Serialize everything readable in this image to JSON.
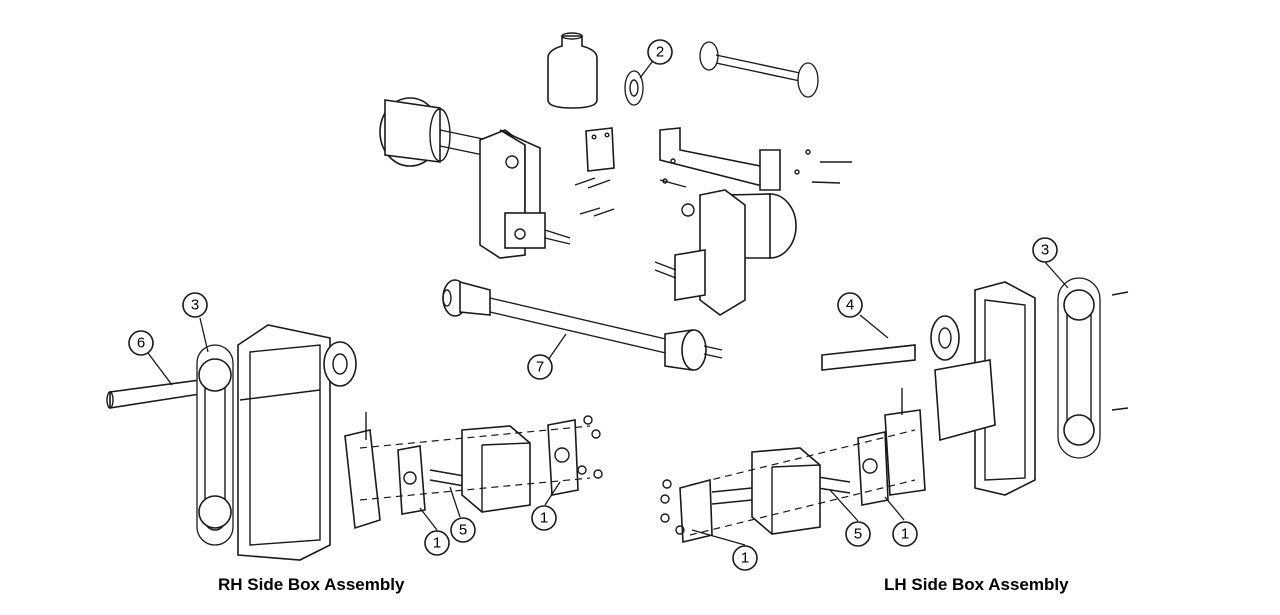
{
  "captions": {
    "rh": "RH Side Box Assembly",
    "lh": "LH Side Box Assembly"
  },
  "callouts": [
    {
      "id": "c2",
      "label": "2"
    },
    {
      "id": "c3-rh",
      "label": "3"
    },
    {
      "id": "c6",
      "label": "6"
    },
    {
      "id": "c7",
      "label": "7"
    },
    {
      "id": "c1-rh-a",
      "label": "1"
    },
    {
      "id": "c5-rh",
      "label": "5"
    },
    {
      "id": "c1-rh-b",
      "label": "1"
    },
    {
      "id": "c4",
      "label": "4"
    },
    {
      "id": "c3-lh",
      "label": "3"
    },
    {
      "id": "c1-lh-a",
      "label": "1"
    },
    {
      "id": "c5-lh",
      "label": "5"
    },
    {
      "id": "c1-lh-b",
      "label": "1"
    }
  ]
}
